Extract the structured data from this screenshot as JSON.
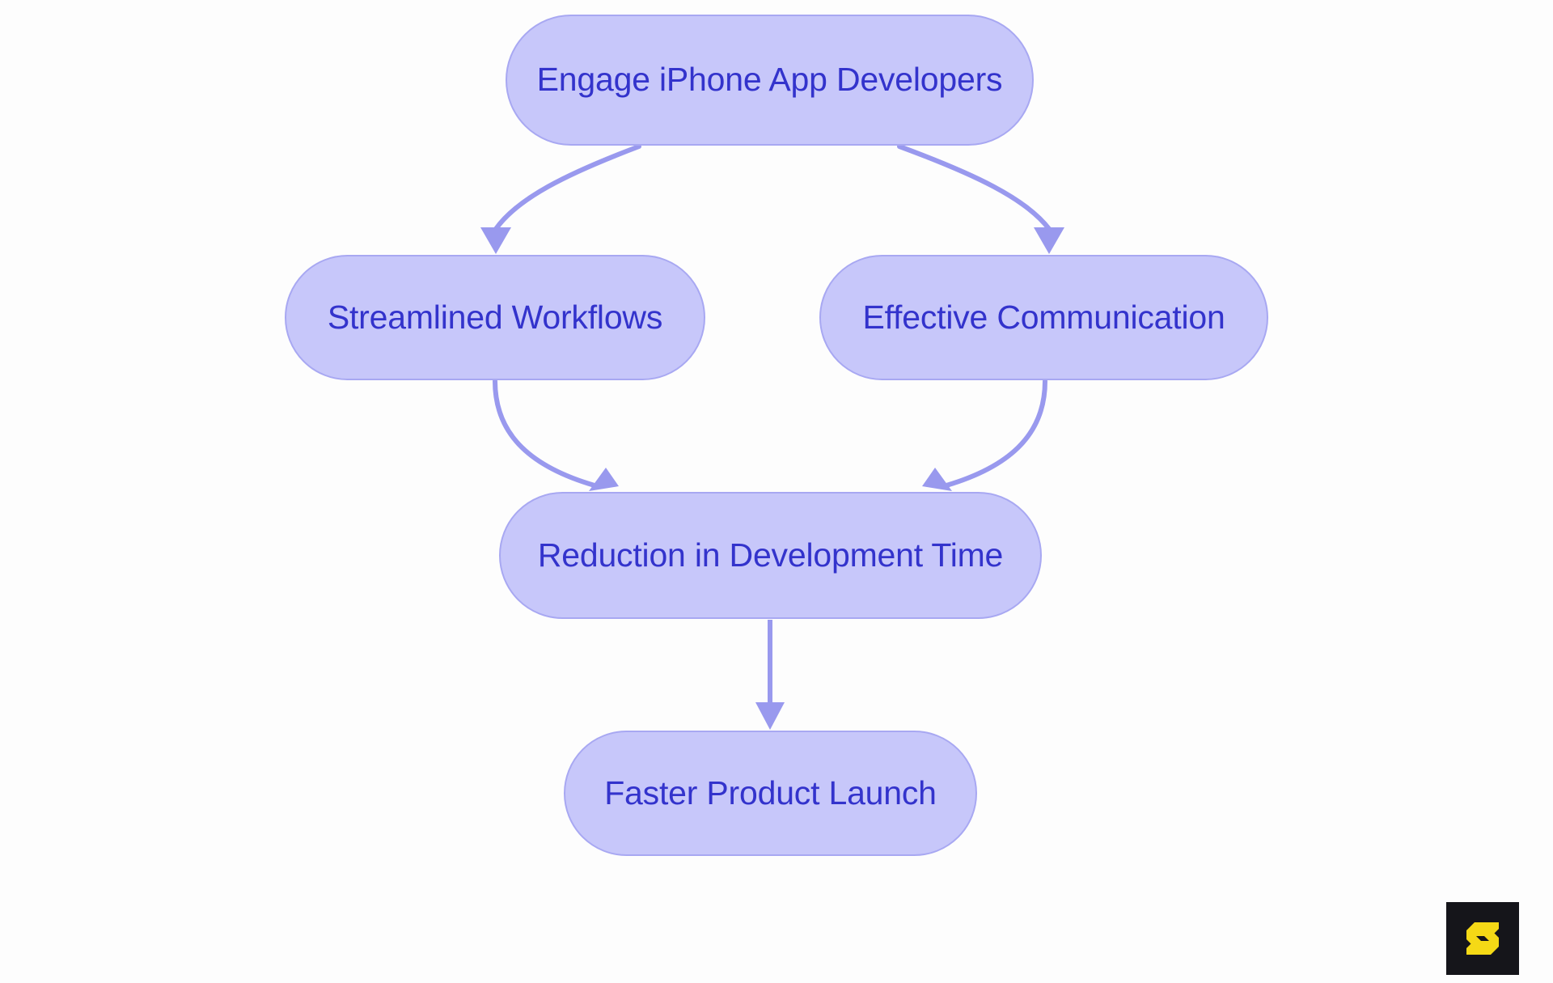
{
  "diagram": {
    "type": "flowchart",
    "direction": "top-down",
    "background_color": "#fdfdfd",
    "node_fill_color": "#c7c7fa",
    "node_border_color": "#a8a8f2",
    "node_text_color": "#3333cc",
    "edge_color": "#9999ee",
    "nodes": [
      {
        "id": "root",
        "label": "Engage iPhone App Developers"
      },
      {
        "id": "workflows",
        "label": "Streamlined Workflows"
      },
      {
        "id": "comms",
        "label": "Effective Communication"
      },
      {
        "id": "reduction",
        "label": "Reduction in Development Time"
      },
      {
        "id": "launch",
        "label": "Faster Product Launch"
      }
    ],
    "edges": [
      {
        "from": "root",
        "to": "workflows",
        "style": "curved",
        "arrow": "triangle"
      },
      {
        "from": "root",
        "to": "comms",
        "style": "curved",
        "arrow": "triangle"
      },
      {
        "from": "workflows",
        "to": "reduction",
        "style": "curved",
        "arrow": "triangle"
      },
      {
        "from": "comms",
        "to": "reduction",
        "style": "curved",
        "arrow": "triangle"
      },
      {
        "from": "reduction",
        "to": "launch",
        "style": "straight",
        "arrow": "triangle"
      }
    ]
  },
  "branding": {
    "logo_icon": "letter-s-logo-icon",
    "logo_background_color": "#15151a",
    "logo_mark_color": "#f5d916"
  }
}
